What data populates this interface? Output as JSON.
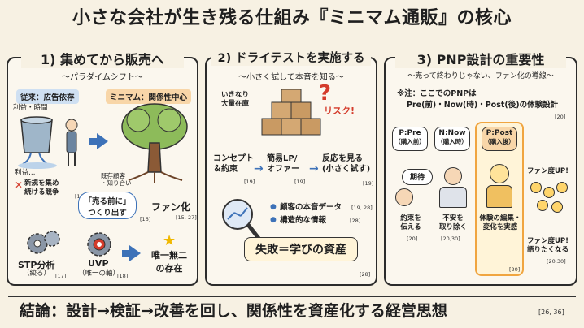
{
  "title": "小さな会社が生き残る仕組み『ミニマム通販』の核心",
  "panel1": {
    "title": "1) 集めてから販売へ",
    "subtitle": "〜パラダイムシフト〜",
    "left_tag": "従来：広告依存",
    "right_tag": "ミニマム：関係性中心",
    "profit_time": "利益・時間",
    "profit": "利益…",
    "cross_text": "新規を集め\n続ける競争",
    "ref_15": "[15]",
    "before_sale": "「売る前に」\nつくり出す",
    "ref_16": "[16]",
    "existing_customers": "既存顧客\n・知り合い",
    "fan": "ファン化",
    "ref_fan": "[15, 27]",
    "stp": "STP分析",
    "stp_sub": "（絞る）",
    "ref_17": "[17]",
    "uvp": "UVP",
    "uvp_sub": "（唯一の軸）",
    "ref_18": "[18]",
    "unique": "唯一無二\nの存在"
  },
  "panel2": {
    "title": "2) ドライテストを実施する",
    "subtitle": "〜小さく試して本音を知る〜",
    "stock": "いきなり\n大量在庫",
    "risk": "リスク!",
    "concept": "コンセプト\n＆約束",
    "ref_a": "[19]",
    "lp": "簡易LP/\nオファー",
    "ref_b": "[19]",
    "reaction": "反応を見る\n(小さく試す)",
    "ref_c": "[19]",
    "real_data": "顧客の本音データ",
    "ref_d": "[19, 28]",
    "structured": "構造的な情報",
    "ref_e": "[28]",
    "failure": "失敗＝学びの資産",
    "ref_f": "[28]"
  },
  "panel3": {
    "title": "3) PNP設計の重要性",
    "subtitle": "〜売って終わりじゃない、ファン化の導線〜",
    "note_line1": "※注：ここでのPNPは",
    "note_line2": "Pre(前)・Now(時)・Post(後)の体験設計",
    "ref_note": "[20]",
    "pre": "P:Pre",
    "pre_sub": "（購入前）",
    "now": "N:Now",
    "now_sub": "（購入時）",
    "post": "P:Post",
    "post_sub": "（購入後）",
    "expect": "期待",
    "promise": "約束を\n伝える",
    "ref_p": "[20]",
    "anxiety": "不安を\n取り除く",
    "ref_n": "[20,30]",
    "edit": "体験の編集・\n変化を実感",
    "ref_post": "[20]",
    "fan_up1": "ファン度UP!",
    "fan_up2": "ファン度UP!\n語りたくなる",
    "ref_fan2": "[20,30]"
  },
  "conclusion": {
    "text": "結論：設計→検証→改善を回し、関係性を資産化する経営思想",
    "ref": "[26, 36]"
  },
  "colors": {
    "blue": "#3d72b8",
    "orange": "#f0a540",
    "peach": "#f8d6a8",
    "lightblue": "#cfe0f2"
  }
}
